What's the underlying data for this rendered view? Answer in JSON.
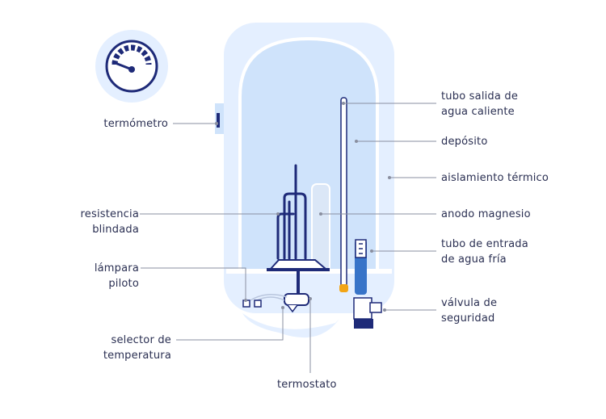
{
  "labels": {
    "termometro": [
      "termómetro"
    ],
    "resistencia": [
      "resistencia",
      "blindada"
    ],
    "lampara": [
      "lámpara",
      "piloto"
    ],
    "selector": [
      "selector de",
      "temperatura"
    ],
    "termostato": [
      "termostato"
    ],
    "tubo_salida": [
      "tubo salida de",
      "agua caliente"
    ],
    "deposito": [
      "depósito"
    ],
    "aislamiento": [
      "aislamiento térmico"
    ],
    "anodo": [
      "anodo magnesio"
    ],
    "tubo_entrada": [
      "tubo de entrada",
      "de agua fría"
    ],
    "valvula": [
      "válvula de",
      "seguridad"
    ]
  },
  "colors": {
    "insulation": "#e4efff",
    "tank": "#cfe3fb",
    "outline": "#ffffff",
    "navy": "#1e2a78",
    "blue": "#3874c8",
    "text": "#2a2f52",
    "leader": "#8a8fa0",
    "orange": "#f2a516",
    "anode": "#dbe7f7"
  },
  "icons": {
    "gauge": "gauge-icon"
  }
}
